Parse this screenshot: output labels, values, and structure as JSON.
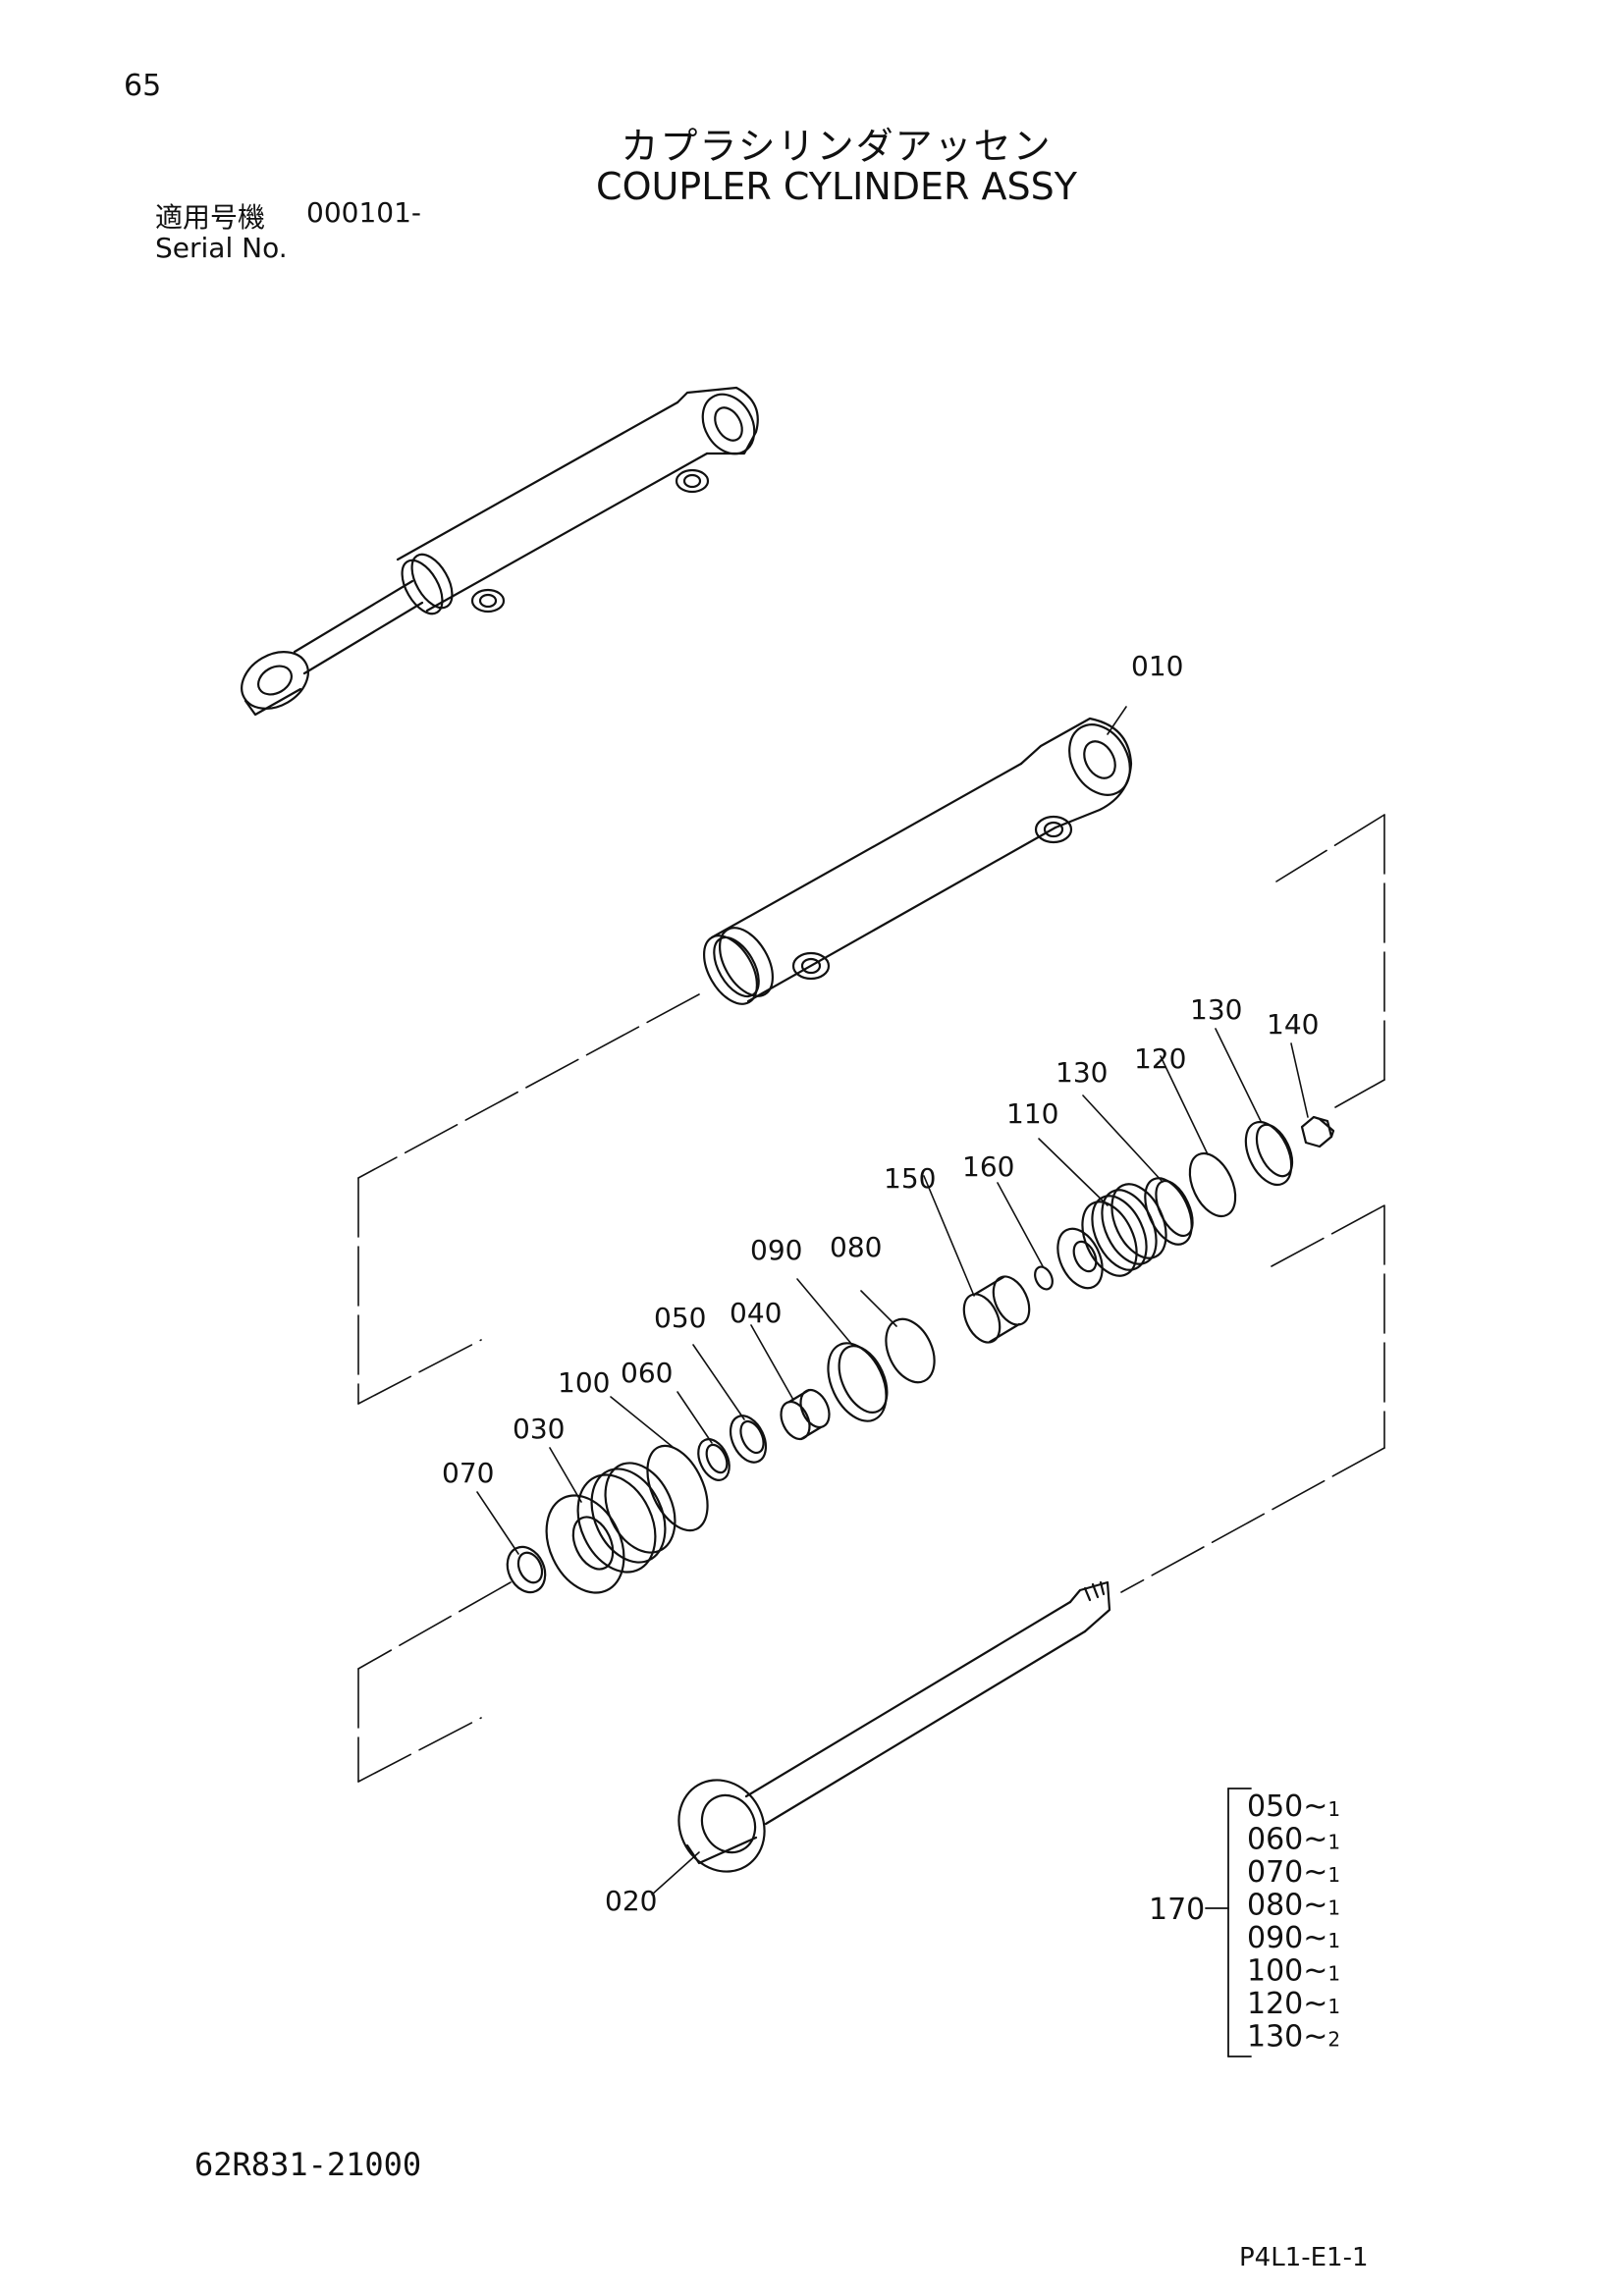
{
  "page_number": "65",
  "title_ja": "カプラシリンダアッセン",
  "title_en": "COUPLER CYLINDER ASSY",
  "serial": {
    "label_ja": "適用号機",
    "value": "000101-",
    "label_en": "Serial No."
  },
  "callouts": {
    "p010": "010",
    "p020": "020",
    "p030": "030",
    "p040": "040",
    "p050": "050",
    "p060": "060",
    "p070": "070",
    "p080": "080",
    "p090": "090",
    "p100": "100",
    "p110": "110",
    "p120": "120",
    "p130a": "130",
    "p130b": "130",
    "p140": "140",
    "p150": "150",
    "p160": "160"
  },
  "seal_kit": {
    "number": "170",
    "items": [
      {
        "part": "050",
        "qty": "1"
      },
      {
        "part": "060",
        "qty": "1"
      },
      {
        "part": "070",
        "qty": "1"
      },
      {
        "part": "080",
        "qty": "1"
      },
      {
        "part": "090",
        "qty": "1"
      },
      {
        "part": "100",
        "qty": "1"
      },
      {
        "part": "120",
        "qty": "1"
      },
      {
        "part": "130",
        "qty": "2"
      }
    ],
    "qty_separator": "~"
  },
  "part_code": "62R831-21000",
  "page_ref": "P4L1-E1-1"
}
